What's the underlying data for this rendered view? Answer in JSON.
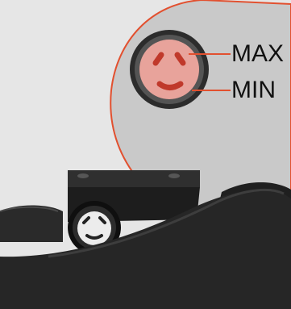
{
  "labels": {
    "max": "MAX",
    "min": "MIN"
  },
  "colors": {
    "background": "#e6e6e6",
    "callout_bubble": "#c9c9c9",
    "callout_outline": "#e2502f",
    "knob_face": "#e8a39b",
    "knob_mark": "#c0392b",
    "device_dark": "#262626"
  },
  "icons": {
    "callout": "magnified-knob-callout",
    "knob": "max-min-adjustment-knob"
  }
}
